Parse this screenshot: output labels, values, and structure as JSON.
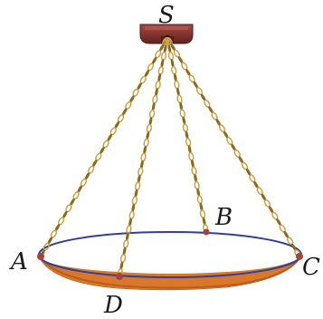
{
  "diagram": {
    "labels": {
      "S": "S",
      "A": "A",
      "B": "B",
      "C": "C",
      "D": "D"
    },
    "colors": {
      "mount": "#8b3a35",
      "mount_dark": "#5e2320",
      "chain": "#c9a24a",
      "chain_dark": "#8a6a22",
      "rim": "#2f3f9a",
      "pan_fill": "#d9782a",
      "pan_shadow": "#b85e1c",
      "attach_point": "#a3453e",
      "text": "#1a1a1a"
    },
    "chains": [
      {
        "from": "S",
        "to": "A"
      },
      {
        "from": "S",
        "to": "D"
      },
      {
        "from": "S",
        "to": "B"
      },
      {
        "from": "S",
        "to": "C"
      }
    ]
  }
}
